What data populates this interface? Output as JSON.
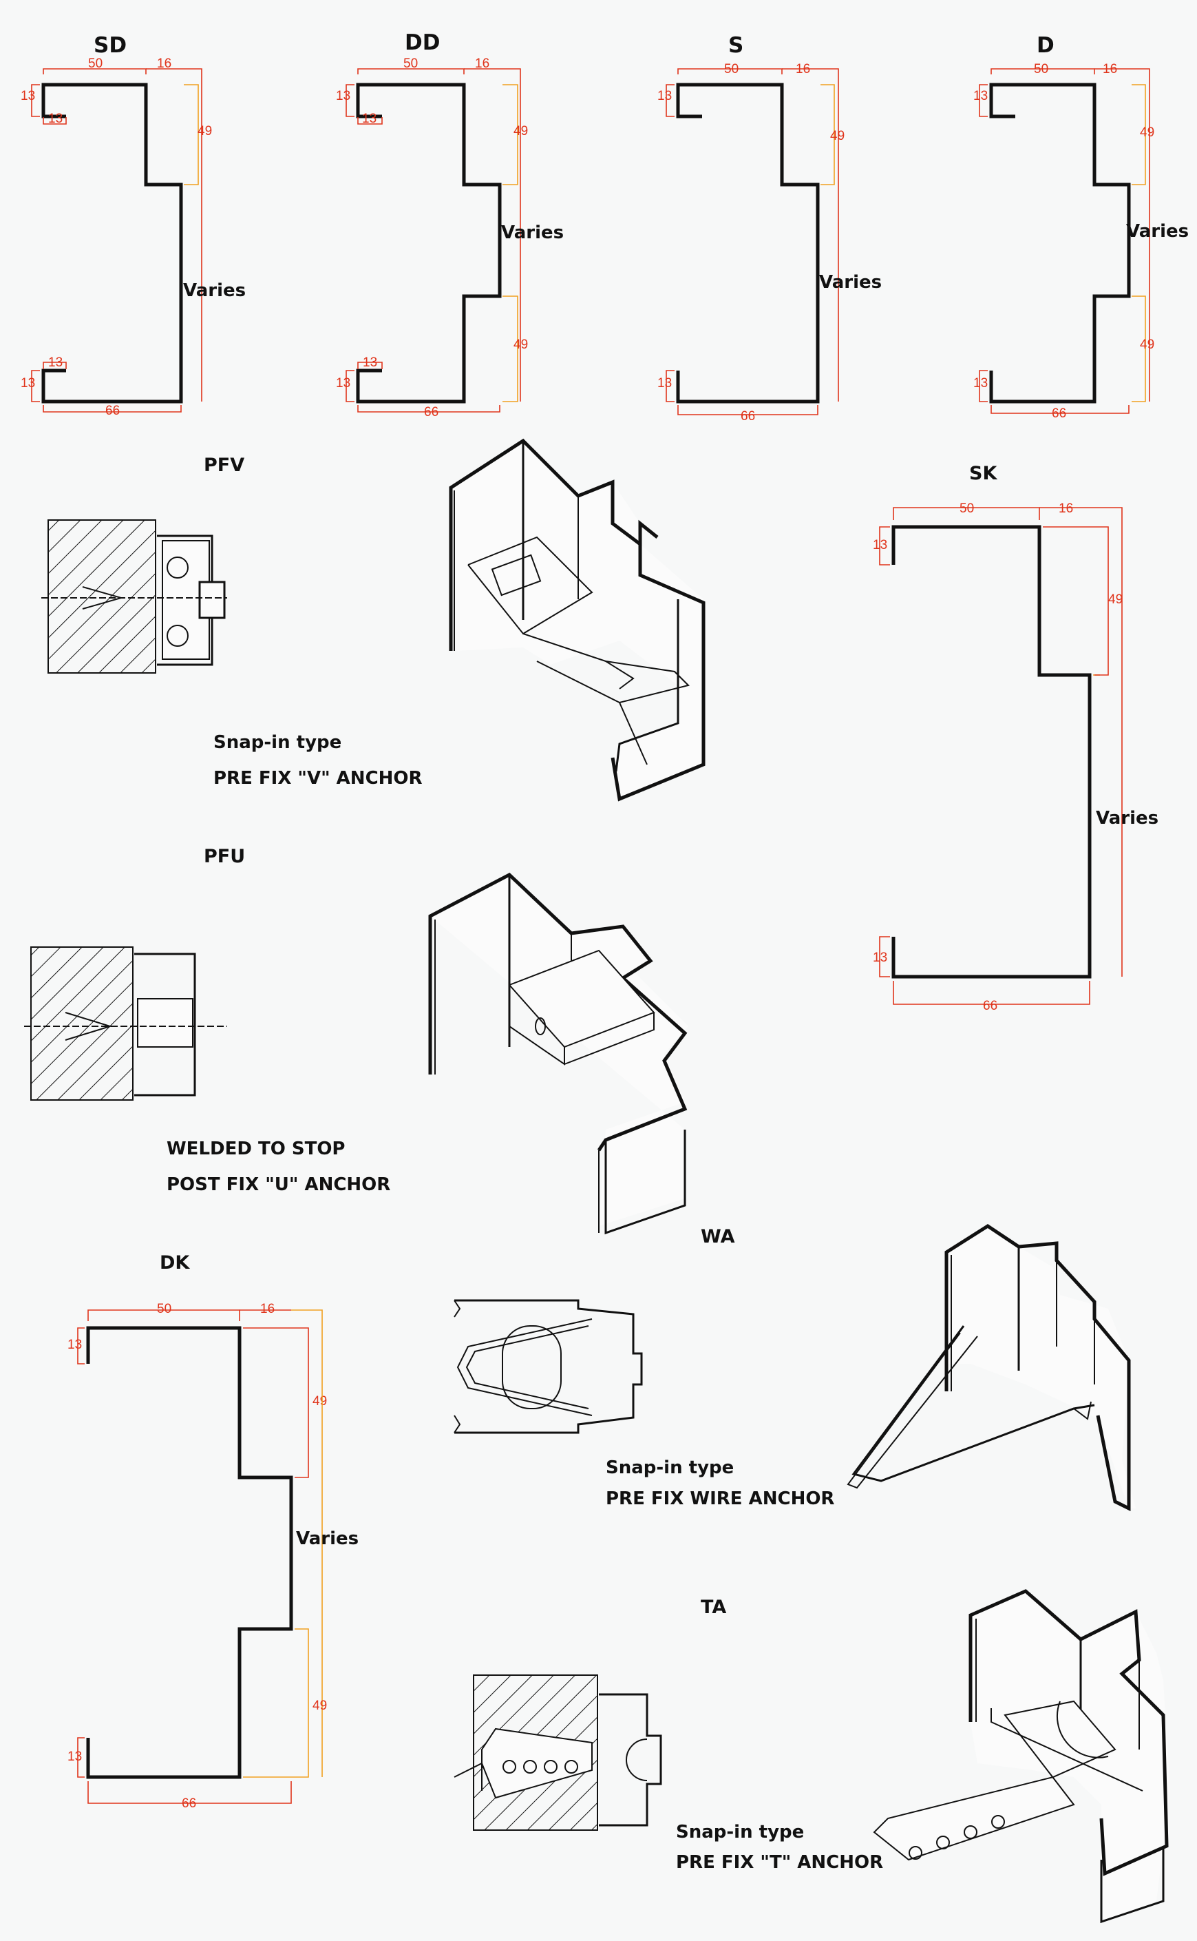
{
  "profiles": {
    "sd": {
      "title": "SD",
      "dim_50": "50",
      "dim_16": "16",
      "dim_13a": "13",
      "dim_13b": "13",
      "dim_49": "49",
      "varies": "Varies",
      "dim_13c": "13",
      "dim_13d": "13",
      "dim_66": "66"
    },
    "dd": {
      "title": "DD",
      "dim_50": "50",
      "dim_16": "16",
      "dim_13a": "13",
      "dim_13b": "13",
      "dim_49a": "49",
      "varies": "Varies",
      "dim_49b": "49",
      "dim_13c": "13",
      "dim_13d": "13",
      "dim_66": "66"
    },
    "s": {
      "title": "S",
      "dim_50": "50",
      "dim_16": "16",
      "dim_13a": "13",
      "dim_49": "49",
      "varies": "Varies",
      "dim_13b": "13",
      "dim_66": "66"
    },
    "d": {
      "title": "D",
      "dim_50": "50",
      "dim_16": "16",
      "dim_13a": "13",
      "dim_49a": "49",
      "varies": "Varies",
      "dim_49b": "49",
      "dim_13b": "13",
      "dim_66": "66"
    },
    "sk": {
      "title": "SK",
      "dim_50": "50",
      "dim_16": "16",
      "dim_13a": "13",
      "dim_49": "49",
      "varies": "Varies",
      "dim_13b": "13",
      "dim_66": "66"
    },
    "dk": {
      "title": "DK",
      "dim_50": "50",
      "dim_16": "16",
      "dim_13a": "13",
      "dim_49a": "49",
      "varies": "Varies",
      "dim_49b": "49",
      "dim_13b": "13",
      "dim_66": "66"
    }
  },
  "anchors": {
    "pfv": {
      "title": "PFV",
      "caption_1": "Snap-in type",
      "caption_2": "PRE FIX \"V\" ANCHOR"
    },
    "pfu": {
      "title": "PFU",
      "caption_1": "WELDED TO STOP",
      "caption_2": "POST FIX \"U\" ANCHOR"
    },
    "wa": {
      "title": "WA",
      "caption_1": "Snap-in type",
      "caption_2": "PRE FIX WIRE ANCHOR"
    },
    "ta": {
      "title": "TA",
      "caption_1": "Snap-in type",
      "caption_2": "PRE FIX \"T\" ANCHOR"
    }
  },
  "colors": {
    "dimension": "#e0341b",
    "dimension_alt": "#f0a020",
    "line": "#111111",
    "background": "#f7f8f8"
  }
}
